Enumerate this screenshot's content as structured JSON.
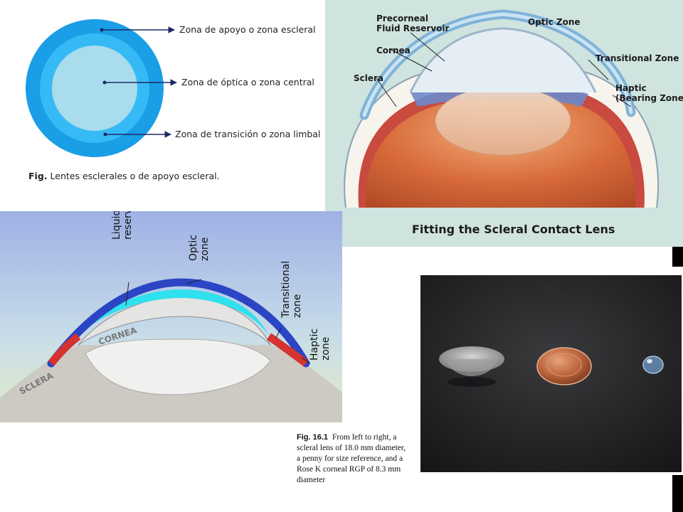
{
  "lens_zones_figure": {
    "labels": {
      "support_zone": "Zona de apoyo o zona escleral",
      "optic_zone": "Zona de óptica o zona central",
      "transition_zone": "Zona de transición o zona limbal"
    },
    "caption_prefix": "Fig.",
    "caption_text": " Lentes esclerales o de apoyo escleral.",
    "colors": {
      "outer": "#1a9ee6",
      "middle": "#36baf6",
      "inner": "#a9dced",
      "arrow": "#1b2a66"
    }
  },
  "eye_cross_section": {
    "labels": {
      "precorneal": "Precorneal",
      "fluid_reservoir": "Fluid Reservoir",
      "optic_zone": "Optic Zone",
      "cornea": "Cornea",
      "transitional_zone": "Transitional Zone",
      "sclera": "Sclera",
      "haptic": "Haptic",
      "bearing_zone": "(Bearing Zone)"
    },
    "title": "Fitting the Scleral Contact Lens"
  },
  "lens_profile_diagram": {
    "labels": {
      "liquid": "Liquid",
      "reservoir": "reservoir",
      "optic": "Optic",
      "zone": "zone",
      "transitional": "Transitional",
      "transitional_zone": "zone",
      "haptic": "Haptic",
      "haptic_zone": "zone",
      "cornea": "CORNEA",
      "sclera": "SCLERA"
    },
    "colors": {
      "lens": "#2b45c4",
      "reservoir": "#2fe0ee",
      "haptic": "#d6322f"
    }
  },
  "lens_photo": {
    "caption_fig": "Fig. 16.1",
    "caption_text": "From left to right, a scleral lens of 18.0 mm diameter, a penny for size reference, and a Rose K corneal RGP of 8.3 mm diameter"
  }
}
